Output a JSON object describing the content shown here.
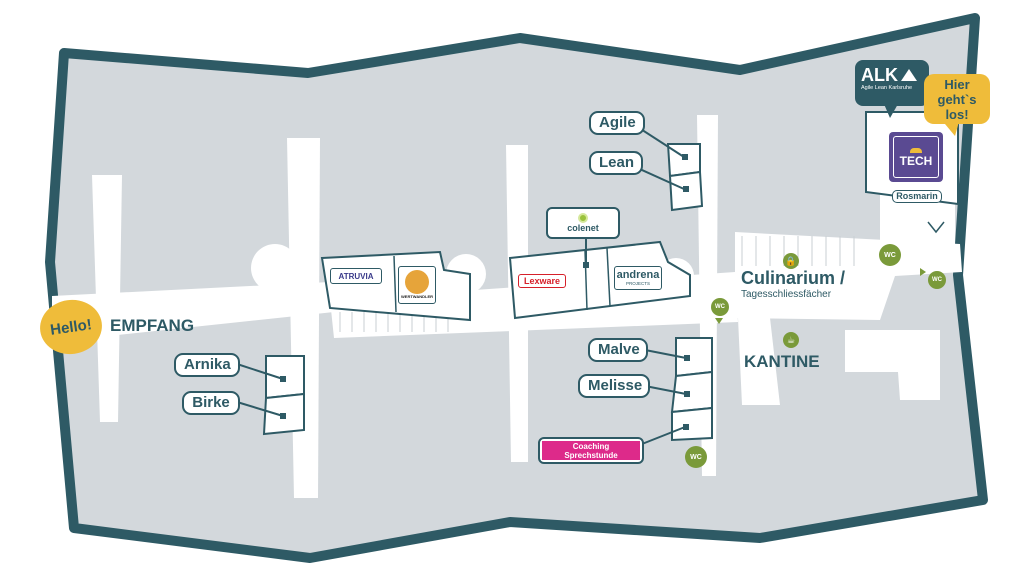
{
  "areas": {
    "empfang": "EMPFANG",
    "culinarium": "Culinarium /",
    "schliessfach": "Tagesschliessfächer",
    "kantine": "KANTINE"
  },
  "rooms": {
    "agile": "Agile",
    "lean": "Lean",
    "arnika": "Arnika",
    "birke": "Birke",
    "malve": "Malve",
    "melisse": "Melisse",
    "rosmarin": "Rosmarin",
    "coaching_line1": "Coaching",
    "coaching_line2": "Sprechstunde"
  },
  "bubbles": {
    "hello": "Hello!",
    "start_line1": "Hier",
    "start_line2": "geht`s",
    "start_line3": "los!"
  },
  "logos": {
    "alk": "ALK",
    "alk_sub": "Agile Lean Karlsruhe",
    "tech": "TECH",
    "colenet": "colenet",
    "lexware": "Lexware",
    "andrena": "andrena",
    "andrena_sub": "PROJECTS",
    "atruvia": "ATRUVIA",
    "wertwandler": "WERTWANDLER"
  },
  "facilities": {
    "wc": "WC"
  },
  "colors": {
    "wall": "#2e5a65",
    "floor": "#d3d8dc",
    "corridor": "#ffffff",
    "accent_yellow": "#efbc3a",
    "tech_purple": "#5a4a92",
    "coaching_pink": "#dd2a8a",
    "facility_green": "#7a9a3a"
  }
}
